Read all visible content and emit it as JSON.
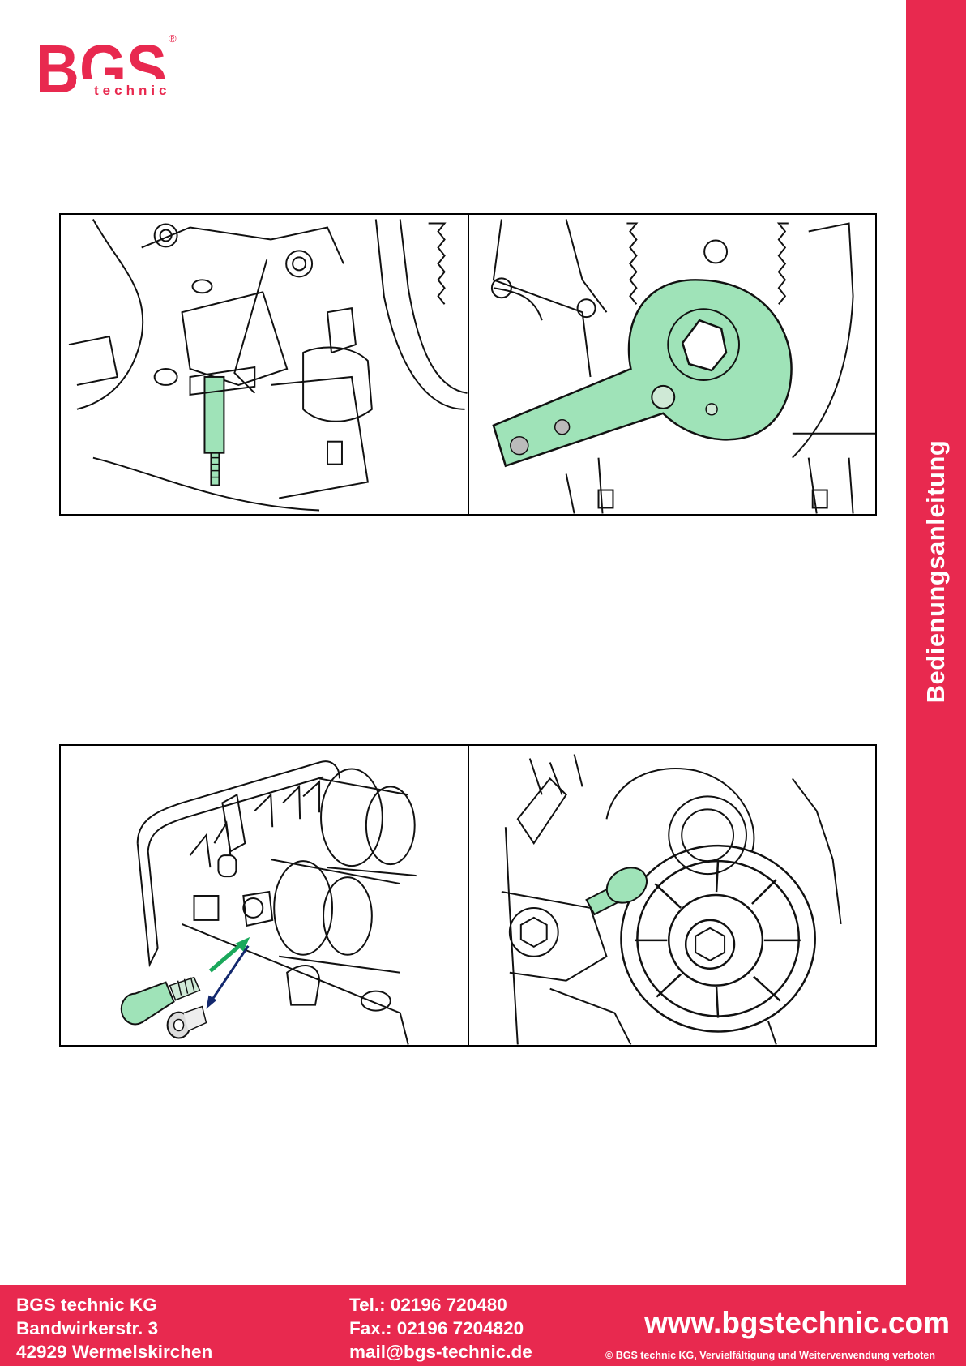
{
  "brand": {
    "logo_letters": "BGS",
    "logo_sub": "technic",
    "registered": "®"
  },
  "sidebar": {
    "label": "Bedienungsanleitung"
  },
  "figures": {
    "top_left": "engine-block-with-locking-pin",
    "top_right": "crankshaft-pulley-holding-tool",
    "bottom_left": "camshaft-locking-pin-insertion",
    "bottom_right": "tensioner-pulley-with-pin"
  },
  "colors": {
    "accent": "#e8294f",
    "tool_highlight": "#9fe3b8",
    "arrow_green": "#1aa85b",
    "arrow_blue": "#13286e"
  },
  "footer": {
    "company": "BGS technic KG",
    "street": "Bandwirkerstr. 3",
    "city": "42929 Wermelskirchen",
    "tel": "Tel.: 02196 720480",
    "fax": "Fax.: 02196 7204820",
    "mail": "mail@bgs-technic.de",
    "website": "www.bgstechnic.com",
    "copyright": "© BGS technic KG, Vervielfältigung und Weiterverwendung verboten"
  }
}
